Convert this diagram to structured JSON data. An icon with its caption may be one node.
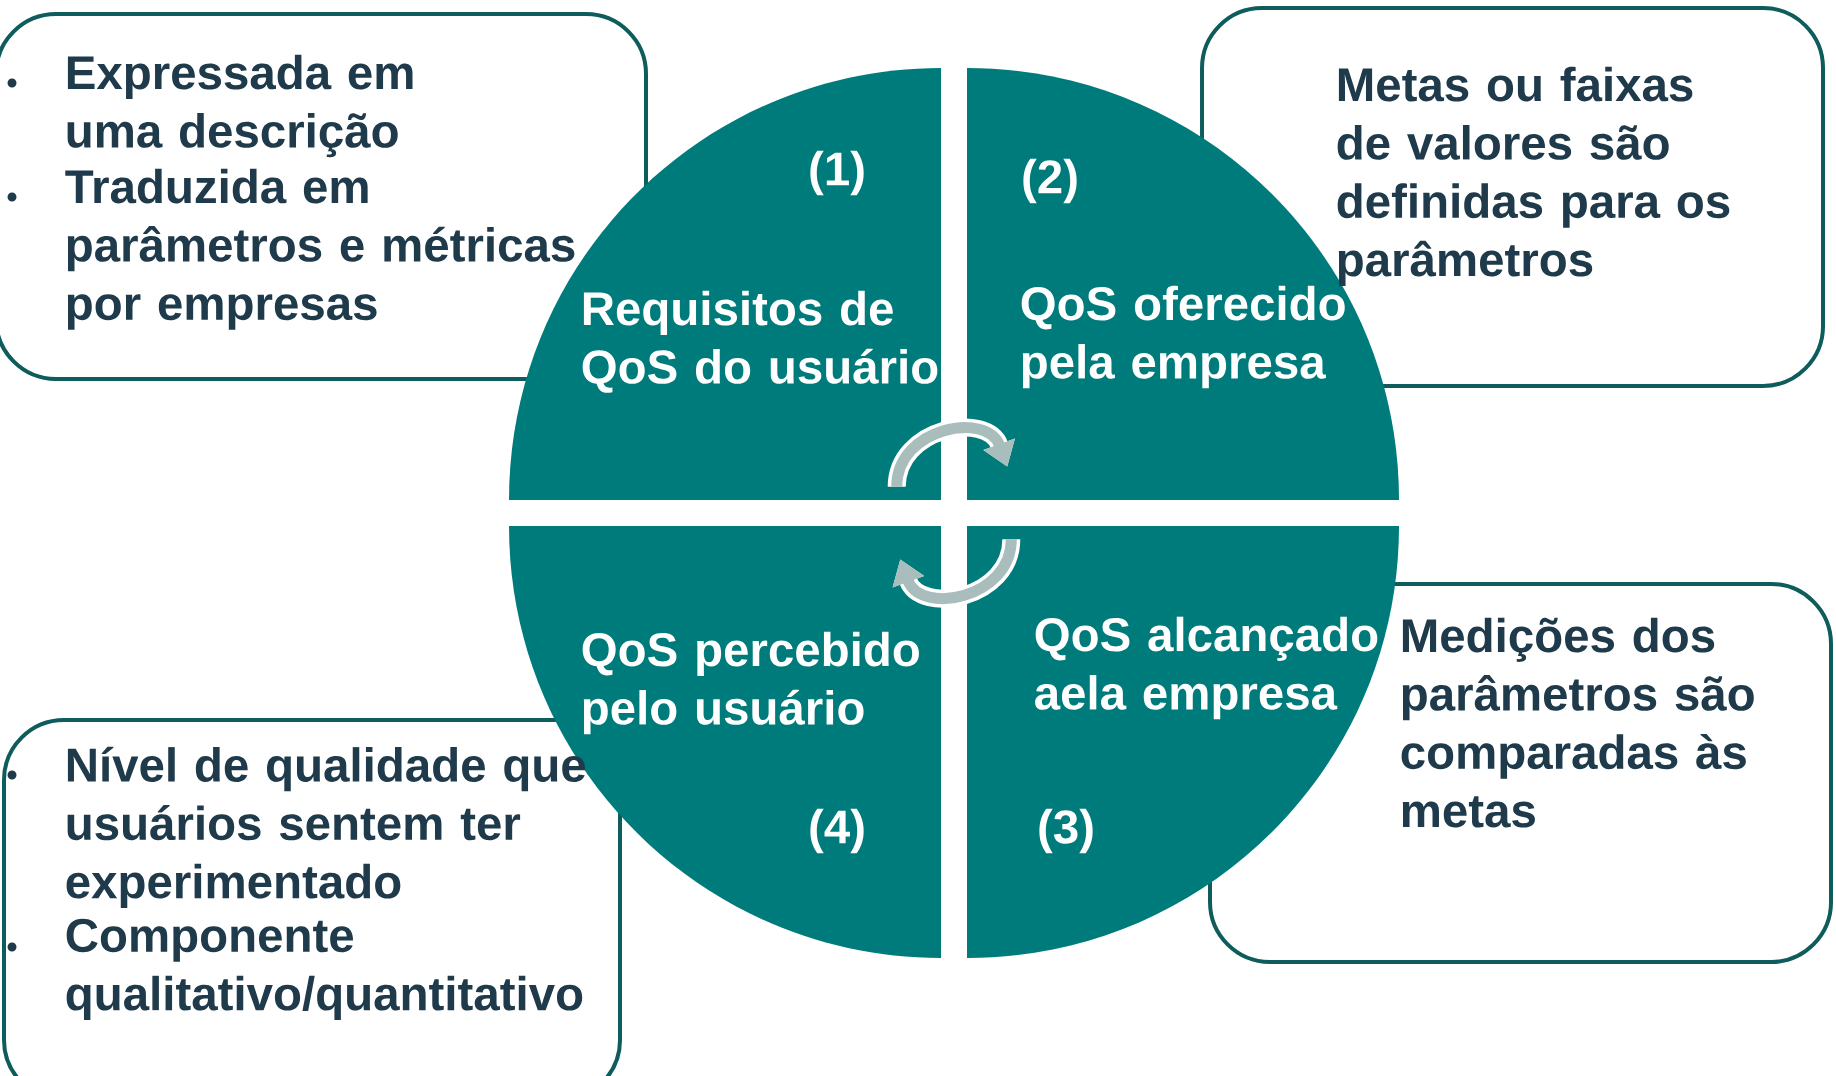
{
  "diagram": {
    "nodes": [
      {
        "text": [
          "Expressada em uma descrição",
          "Traduzida em parâmetros e métricas por empresas"
        ]
      },
      {
        "text": [
          "(1)",
          "Requisitos de QoS do usuário"
        ]
      },
      {
        "text": [
          "(2)",
          "QoS oferecido pela empresa"
        ]
      },
      {
        "text": [
          "Metas ou faixas de valores são definidas para os parâmetros"
        ]
      },
      {
        "text": [
          "QoS alcançado aela empresa",
          "(3)"
        ]
      },
      {
        "text": [
          "QoS percebido pelo usuário",
          "(4)"
        ]
      },
      {
        "text": [
          "Medições dos parâmetros são comparadas às metas"
        ]
      },
      {
        "text": [
          "Nível de qualidade que usuários sentem ter experimentado",
          "Componente qualitativo/quantitativo"
        ]
      }
    ],
    "edges": [
      {
        "from": 1,
        "to": 2,
        "arrow": "to"
      },
      {
        "from": 4,
        "to": 5,
        "arrow": "to"
      }
    ]
  }
}
